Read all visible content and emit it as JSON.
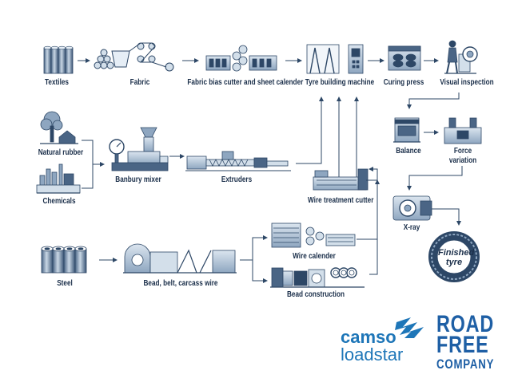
{
  "labels": {
    "textiles": "Textiles",
    "fabric": "Fabric",
    "fabric_bias_cutter": "Fabric bias cutter and sheet calender",
    "tyre_building_machine": "Tyre building machine",
    "curing_press": "Curing press",
    "visual_inspection": "Visual inspection",
    "natural_rubber": "Natural rubber",
    "chemicals": "Chemicals",
    "banbury_mixer": "Banbury mixer",
    "extruders": "Extruders",
    "balance": "Balance",
    "force_variation_1": "Force",
    "force_variation_2": "variation",
    "wire_treatment_cutter": "Wire treatment cutter",
    "x_ray": "X-ray",
    "finished_tyre_1": "Finished",
    "finished_tyre_2": "tyre",
    "steel": "Steel",
    "bead_belt_carcass_wire": "Bead, belt, carcass wire",
    "wire_calender": "Wire calender",
    "bead_construction": "Bead construction"
  },
  "logos": {
    "camso_line1": "camso",
    "camso_line2": "loadstar",
    "roadfree_1": "ROAD",
    "roadfree_2": "FREE",
    "roadfree_3": "COMPANY"
  },
  "colors": {
    "machine_dark": "#2d4766",
    "machine_mid": "#8ea6c0",
    "machine_light": "#d3dfea",
    "arrow": "#2d4766",
    "brand_blue": "#1e76b8"
  }
}
